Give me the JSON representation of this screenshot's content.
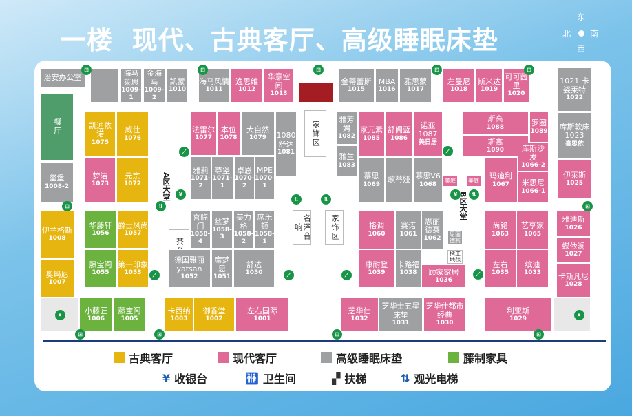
{
  "title": "一楼  现代、古典客厅、高级睡眠床垫",
  "compass": {
    "east": "东",
    "north": "北",
    "south": "南",
    "west": "西"
  },
  "stores": [
    {
      "name": "治安办公室",
      "code": "",
      "cat": "g"
    },
    {
      "name": "",
      "code": "",
      "cat": "g"
    },
    {
      "name": "海马莱思",
      "code": "1009-1",
      "cat": "g"
    },
    {
      "name": "金海马",
      "code": "1009-2",
      "cat": "g"
    },
    {
      "name": "凯蒙",
      "code": "1010",
      "cat": "g"
    },
    {
      "name": "海马风情",
      "code": "1011",
      "cat": "g"
    },
    {
      "name": "逸思维",
      "code": "1012",
      "cat": "p"
    },
    {
      "name": "华意空间",
      "code": "1013",
      "cat": "p"
    },
    {
      "name": "",
      "code": "",
      "cat": "red"
    },
    {
      "name": "金蒂蕾斯",
      "code": "1015",
      "cat": "g"
    },
    {
      "name": "MBA",
      "code": "1016",
      "cat": "g"
    },
    {
      "name": "雅思蒙",
      "code": "1017",
      "cat": "g"
    },
    {
      "name": "左曼尼",
      "code": "1018",
      "cat": "p"
    },
    {
      "name": "斯米达",
      "code": "1019",
      "cat": "p"
    },
    {
      "name": "可可茜里",
      "code": "1020",
      "cat": "p"
    },
    {
      "name": "1021 卡姿莱特",
      "code": "1022",
      "cat": "g"
    },
    {
      "name": "库斯软床 1023",
      "code": "喜思依",
      "cat": "g"
    },
    {
      "name": "伊莱斯",
      "code": "1025",
      "cat": "p"
    },
    {
      "name": "餐厅",
      "code": "",
      "cat": "dg"
    },
    {
      "name": "玺堡",
      "code": "1008-2",
      "cat": "g"
    },
    {
      "name": "伊兰格斯",
      "code": "1008",
      "cat": "y"
    },
    {
      "name": "奥玛尼",
      "code": "1007",
      "cat": "y"
    },
    {
      "name": "小藤匠",
      "code": "1006",
      "cat": "gr"
    },
    {
      "name": "藤宝阁",
      "code": "1005",
      "cat": "gr"
    },
    {
      "name": "凯迪依诺",
      "code": "1075",
      "cat": "y"
    },
    {
      "name": "威仕",
      "code": "1076",
      "cat": "y"
    },
    {
      "name": "梦洁",
      "code": "1073",
      "cat": "p"
    },
    {
      "name": "元宗",
      "code": "1072",
      "cat": "y"
    },
    {
      "name": "华藤轩",
      "code": "1056",
      "cat": "gr"
    },
    {
      "name": "爵士风尚",
      "code": "1057",
      "cat": "y"
    },
    {
      "name": "藤宝阁",
      "code": "1055",
      "cat": "gr"
    },
    {
      "name": "第一印象",
      "code": "1053",
      "cat": "y"
    },
    {
      "name": "法雷尔",
      "code": "1077",
      "cat": "p"
    },
    {
      "name": "本位",
      "code": "1078",
      "cat": "p"
    },
    {
      "name": "大自然",
      "code": "1079",
      "cat": "g"
    },
    {
      "name": "1080 舒达",
      "code": "1081",
      "cat": "g"
    },
    {
      "name": "雅莉",
      "code": "1071-2",
      "cat": "g"
    },
    {
      "name": "尊堡",
      "code": "1071-1",
      "cat": "g"
    },
    {
      "name": "卓恩",
      "code": "1070-2",
      "cat": "g"
    },
    {
      "name": "MPE",
      "code": "1070-1",
      "cat": "g"
    },
    {
      "name": "茶台",
      "code": "",
      "cat": "w"
    },
    {
      "name": "喜临门",
      "code": "1058-4",
      "cat": "g"
    },
    {
      "name": "丝梦",
      "code": "1058-3",
      "cat": "g"
    },
    {
      "name": "美力格",
      "code": "1058-2",
      "cat": "g"
    },
    {
      "name": "席乐顿",
      "code": "1058-1",
      "cat": "g"
    },
    {
      "name": "德国雅丽 yatsan",
      "code": "1052",
      "cat": "g"
    },
    {
      "name": "席梦思",
      "code": "1051",
      "cat": "g"
    },
    {
      "name": "舒达",
      "code": "1050",
      "cat": "g"
    },
    {
      "name": "卡西纳",
      "code": "1003",
      "cat": "y"
    },
    {
      "name": "御香堂",
      "code": "1002",
      "cat": "y"
    },
    {
      "name": "左右国际",
      "code": "1001",
      "cat": "p"
    },
    {
      "name": "家饰区",
      "code": "",
      "cat": "w"
    },
    {
      "name": "名泽音响",
      "code": "",
      "cat": "w"
    },
    {
      "name": "家饰区",
      "code": "",
      "cat": "w"
    },
    {
      "name": "雅芳娉",
      "code": "1082",
      "cat": "g"
    },
    {
      "name": "雅兰",
      "code": "1083",
      "cat": "g"
    },
    {
      "name": "家元素",
      "code": "1085",
      "cat": "p"
    },
    {
      "name": "舒阁蓝",
      "code": "1086",
      "cat": "p"
    },
    {
      "name": "诺亚 1087",
      "code": "美日居",
      "cat": "p"
    },
    {
      "name": "慕思",
      "code": "1069",
      "cat": "g"
    },
    {
      "name": "歌蒂娅",
      "code": "",
      "cat": "g"
    },
    {
      "name": "慕思V6",
      "code": "1068",
      "cat": "g"
    },
    {
      "name": "格调",
      "code": "1060",
      "cat": "p"
    },
    {
      "name": "赛诺",
      "code": "1061",
      "cat": "g"
    },
    {
      "name": "思丽德赛",
      "code": "1062",
      "cat": "g"
    },
    {
      "name": "康耐登",
      "code": "1039",
      "cat": "p"
    },
    {
      "name": "卡路福",
      "code": "1038",
      "cat": "g"
    },
    {
      "name": "顾家家居",
      "code": "1036",
      "cat": "p"
    },
    {
      "name": "思丽德赛",
      "code": "",
      "cat": "g"
    },
    {
      "name": "楷工地毯",
      "code": "",
      "cat": "w"
    },
    {
      "name": "芝华仕",
      "code": "1032",
      "cat": "p"
    },
    {
      "name": "芝华士五星床垫",
      "code": "1031",
      "cat": "g"
    },
    {
      "name": "芝华仕都市经典",
      "code": "1030",
      "cat": "p"
    },
    {
      "name": "斯高",
      "code": "1088",
      "cat": "p"
    },
    {
      "name": "斯高",
      "code": "1090",
      "cat": "p"
    },
    {
      "name": "罗圈",
      "code": "1089",
      "cat": "p"
    },
    {
      "name": "库斯沙发",
      "code": "1066-2",
      "cat": "p"
    },
    {
      "name": "米思尼",
      "code": "1066-1",
      "cat": "p"
    },
    {
      "name": "玛迪利",
      "code": "1067",
      "cat": "p"
    },
    {
      "name": "美庭",
      "code": "",
      "cat": "p"
    },
    {
      "name": "美庭",
      "code": "",
      "cat": "p"
    },
    {
      "name": "尚铭",
      "code": "1063",
      "cat": "p"
    },
    {
      "name": "艺享家",
      "code": "1065",
      "cat": "p"
    },
    {
      "name": "左右",
      "code": "1035",
      "cat": "p"
    },
    {
      "name": "缤迪",
      "code": "1033",
      "cat": "p"
    },
    {
      "name": "雅迪斯",
      "code": "1026",
      "cat": "p"
    },
    {
      "name": "蝶依澜",
      "code": "1027",
      "cat": "p"
    },
    {
      "name": "卡斯凡尼",
      "code": "1028",
      "cat": "p"
    },
    {
      "name": "利亚斯",
      "code": "1029",
      "cat": "p"
    },
    {
      "name": "",
      "code": "",
      "cat": "lg"
    },
    {
      "name": "",
      "code": "",
      "cat": "lg"
    }
  ],
  "halls": {
    "a": "A区大堂",
    "b": "B区大堂"
  },
  "legend": {
    "classic": "古典客厅",
    "modern": "现代客厅",
    "mattress": "高级睡眠床垫",
    "rattan": "藤制家具",
    "cashier": "收银台",
    "restroom": "卫生间",
    "escalator": "扶梯",
    "elevator": "观光电梯"
  },
  "colors": {
    "classic": "#e7b50f",
    "modern": "#df6a98",
    "mattress": "#9fa0a2",
    "rattan": "#6cb23f"
  }
}
